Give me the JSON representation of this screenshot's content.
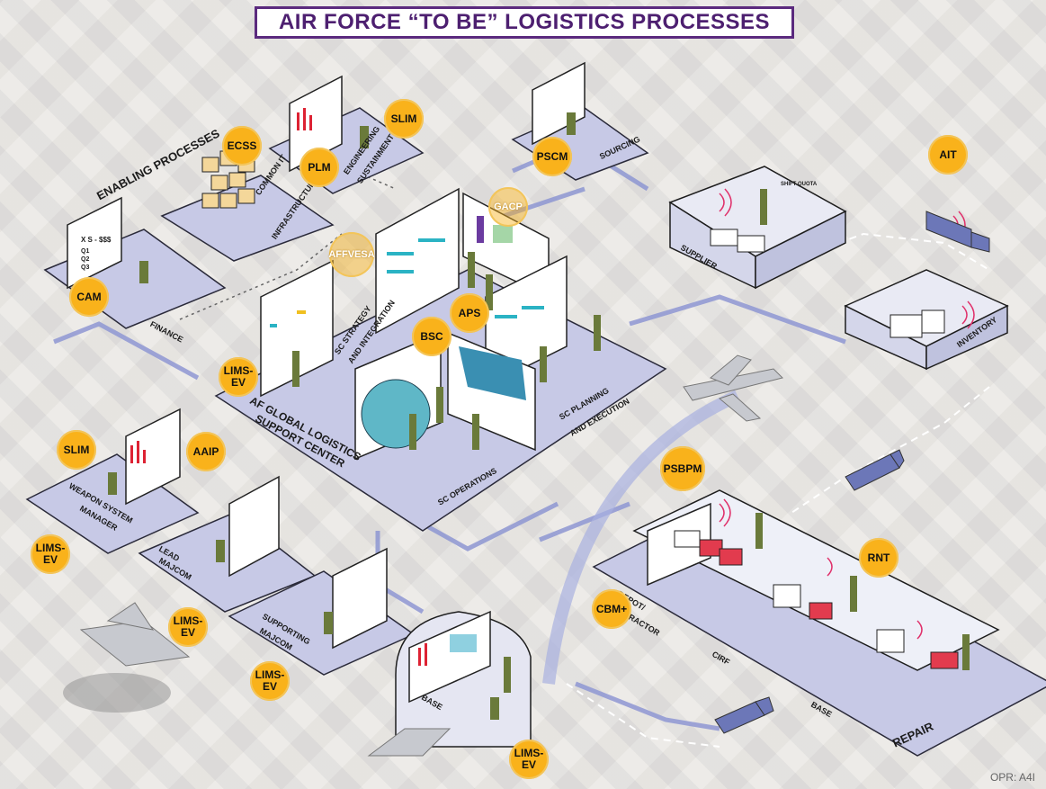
{
  "title": "AIR FORCE “TO BE” LOGISTICS PROCESSES",
  "section_labels": {
    "enabling": "ENABLING PROCESSES",
    "finance": "FINANCE",
    "common_it_1": "COMMON IT",
    "common_it_2": "INFRASTRUCTURE",
    "eng_1": "ENGINEERING",
    "eng_2": "SUSTAINMENT",
    "sourcing": "SOURCING",
    "supplier": "SUPPLIER",
    "inventory": "INVENTORY",
    "sc_strategy_1": "SC STRATEGY",
    "sc_strategy_2": "AND INTEGRATION",
    "sc_planning_1": "SC PLANNING",
    "sc_planning_2": "AND EXECUTION",
    "sc_operations": "SC OPERATIONS",
    "center_1": "AF GLOBAL LOGISTICS",
    "center_2": "SUPPORT CENTER",
    "wsm_1": "WEAPON SYSTEM",
    "wsm_2": "MANAGER",
    "lead_1": "LEAD",
    "lead_2": "MAJCOM",
    "supp_1": "SUPPORTING",
    "supp_2": "MAJCOM",
    "base_hangar": "BASE",
    "depot_1": "DEPOT/",
    "depot_2": "CONTRACTOR",
    "cirf": "CIRF",
    "base_repair": "BASE",
    "repair": "REPAIR"
  },
  "badges": {
    "ecss": "ECSS",
    "slim_top": "SLIM",
    "plm": "PLM",
    "pscm": "PSCM",
    "ait": "AIT",
    "gacp": "GACP",
    "affvesa": "AFFVESA",
    "cam": "CAM",
    "aps": "APS",
    "bsc": "BSC",
    "lims_center": "LIMS-\nEV",
    "slim_wsm": "SLIM",
    "aaip": "AAIP",
    "lims_left": "LIMS-\nEV",
    "lims_mid": "LIMS-\nEV",
    "lims_lower": "LIMS-\nEV",
    "lims_bottom": "LIMS-\nEV",
    "psbpm": "PSBPM",
    "rnt": "RNT",
    "cbm": "CBM+"
  },
  "whiteboard_text": {
    "xs": "X S - $$$",
    "q1": "Q1",
    "q2": "Q2",
    "q3": "Q3",
    "shift": "SHIFT QUOTA"
  },
  "footer": "OPR: A4I",
  "colors": {
    "title_purple": "#5b2a7e",
    "badge_gold": "#f9b21b",
    "platform_lavender": "#c7c9e6",
    "flow_blue": "#9aa3d8"
  }
}
